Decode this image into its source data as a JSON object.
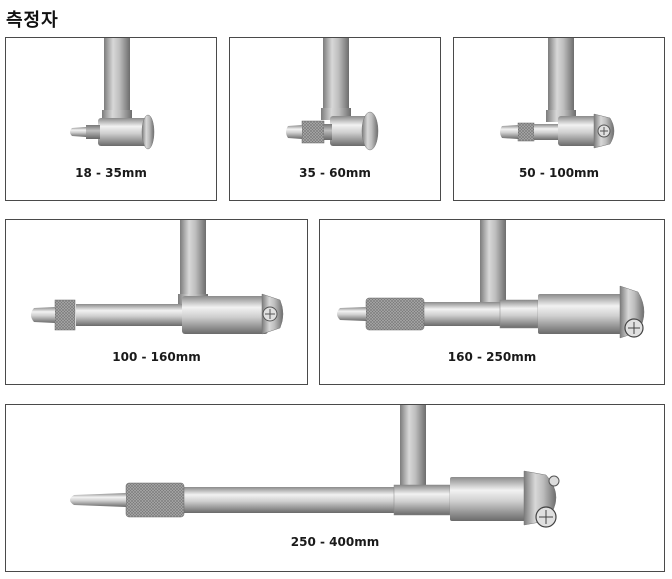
{
  "page": {
    "title": "측정자"
  },
  "panels": [
    {
      "label": "18 - 35mm"
    },
    {
      "label": "35 - 60mm"
    },
    {
      "label": "50 - 100mm"
    },
    {
      "label": "100 - 160mm"
    },
    {
      "label": "160 - 250mm"
    },
    {
      "label": "250 - 400mm"
    }
  ],
  "colors": {
    "metal_light": "#e6e6e6",
    "metal_mid": "#a8a8a8",
    "metal_dark": "#6a6a6a",
    "border": "#4a4a4a"
  }
}
